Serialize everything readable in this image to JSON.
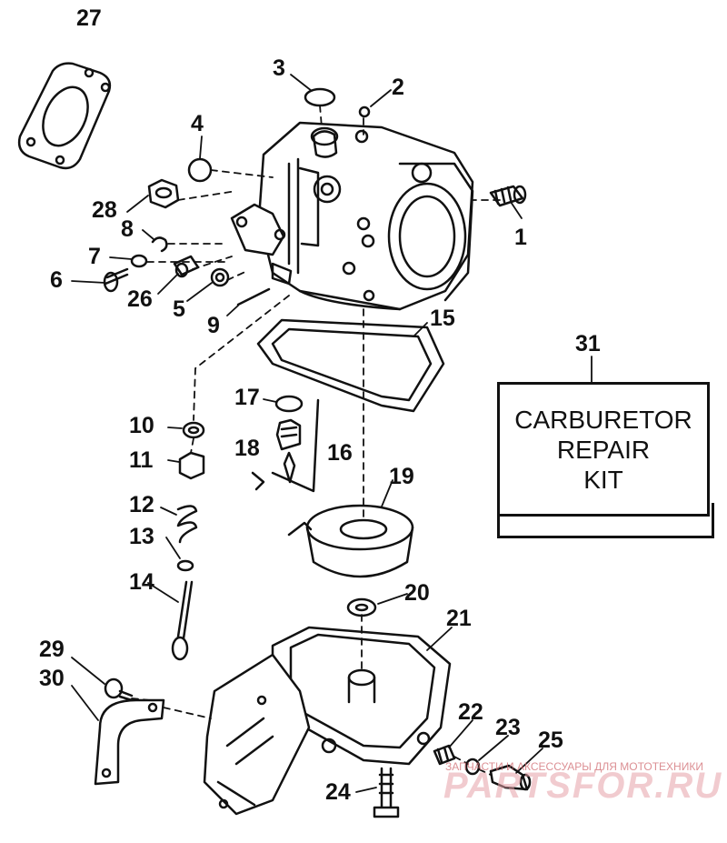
{
  "parts": [
    {
      "id": "1",
      "label": "1"
    },
    {
      "id": "2",
      "label": "2"
    },
    {
      "id": "3",
      "label": "3"
    },
    {
      "id": "4",
      "label": "4"
    },
    {
      "id": "5",
      "label": "5"
    },
    {
      "id": "6",
      "label": "6"
    },
    {
      "id": "7",
      "label": "7"
    },
    {
      "id": "8",
      "label": "8"
    },
    {
      "id": "9",
      "label": "9"
    },
    {
      "id": "10",
      "label": "10"
    },
    {
      "id": "11",
      "label": "11"
    },
    {
      "id": "12",
      "label": "12"
    },
    {
      "id": "13",
      "label": "13"
    },
    {
      "id": "14",
      "label": "14"
    },
    {
      "id": "15",
      "label": "15"
    },
    {
      "id": "16",
      "label": "16"
    },
    {
      "id": "17",
      "label": "17"
    },
    {
      "id": "18",
      "label": "18"
    },
    {
      "id": "19",
      "label": "19"
    },
    {
      "id": "20",
      "label": "20"
    },
    {
      "id": "21",
      "label": "21"
    },
    {
      "id": "22",
      "label": "22"
    },
    {
      "id": "23",
      "label": "23"
    },
    {
      "id": "24",
      "label": "24"
    },
    {
      "id": "25",
      "label": "25"
    },
    {
      "id": "26",
      "label": "26"
    },
    {
      "id": "27",
      "label": "27"
    },
    {
      "id": "28",
      "label": "28"
    },
    {
      "id": "29",
      "label": "29"
    },
    {
      "id": "30",
      "label": "30"
    },
    {
      "id": "31",
      "label": "31"
    }
  ],
  "kit_box": {
    "line1": "CARBURETOR",
    "line2": "REPAIR",
    "line3": "KIT"
  },
  "watermark": {
    "tagline": "ЗАПЧАСТИ И АКСЕССУАРЫ ДЛЯ МОТОТЕХНИКИ",
    "brand": "PARTSFOR.RU"
  },
  "colors": {
    "line": "#111111",
    "watermark": "#e7a2a8"
  }
}
